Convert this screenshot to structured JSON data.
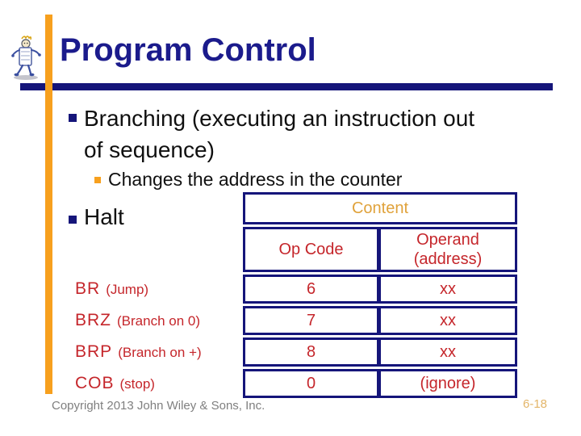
{
  "slide": {
    "title": "Program Control",
    "copyright": "Copyright 2013 John Wiley & Sons, Inc.",
    "page_number": "6-18"
  },
  "bullets": [
    {
      "level": 1,
      "text": "Branching (executing an instruction out\nof sequence)"
    },
    {
      "level": 2,
      "text": "Changes the address in the counter"
    },
    {
      "level": 1,
      "text": "Halt"
    }
  ],
  "table": {
    "title": "Content",
    "col_headers": [
      "Op Code",
      "Operand\n(address)"
    ],
    "rows": [
      {
        "mnemonic": "BR",
        "desc": "(Jump)",
        "opcode": "6",
        "operand": "xx"
      },
      {
        "mnemonic": "BRZ",
        "desc": "(Branch on 0)",
        "opcode": "7",
        "operand": "xx"
      },
      {
        "mnemonic": "BRP",
        "desc": "(Branch on +)",
        "opcode": "8",
        "operand": "xx"
      },
      {
        "mnemonic": "COB",
        "desc": "(stop)",
        "opcode": "0",
        "operand": "(ignore)"
      }
    ]
  },
  "icons": {
    "mascot": "walking-robot-clipart",
    "bullet_level1": "navy-square-bullet",
    "bullet_level2": "orange-square-bullet"
  },
  "colors": {
    "title_navy": "#1B1B8C",
    "line_navy": "#15157A",
    "accent_orange": "#F7A01E",
    "table_red": "#C5262B",
    "content_gold": "#E0A23B",
    "footer_gray": "#7F7F7F",
    "page_gold": "#E3B568"
  }
}
